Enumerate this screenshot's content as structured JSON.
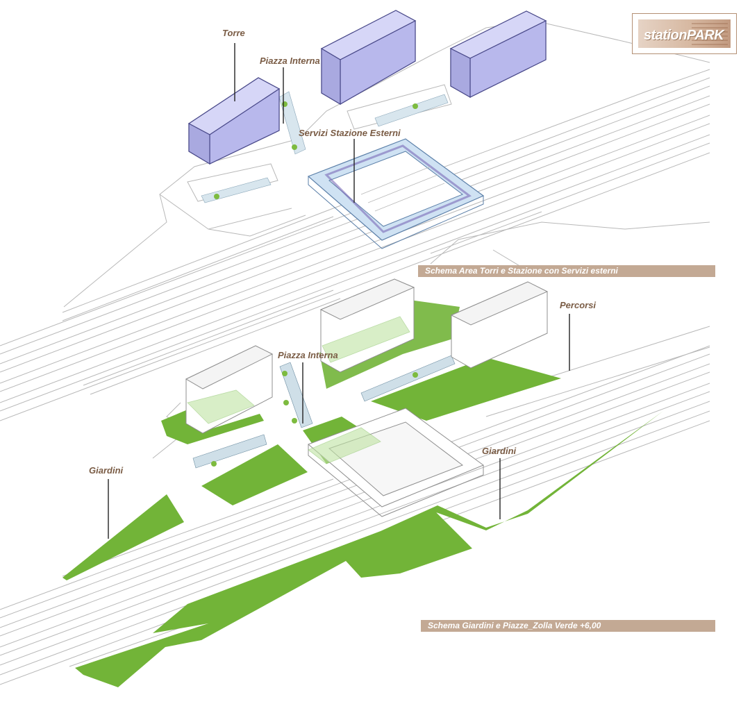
{
  "logo": {
    "text": "stationPARK"
  },
  "top_schema": {
    "labels": {
      "torre": "Torre",
      "piazza_interna": "Piazza Interna",
      "servizi": "Servizi Stazione Esterni"
    },
    "caption": "Schema Area Torri e Stazione con Servizi esterni"
  },
  "bottom_schema": {
    "labels": {
      "percorsi": "Percorsi",
      "piazza_interna": "Piazza Interna",
      "giardini_left": "Giardini",
      "giardini_right": "Giardini"
    },
    "caption": "Schema Giardini e Piazze_Zolla Verde +6,00"
  },
  "colors": {
    "green": "#72b438",
    "tower_fill": "#bcbcf0",
    "tower_stroke": "#4a4a8a",
    "services_fill": "#c4daf0",
    "services_stroke": "#5b7fa8",
    "caption_bg": "#c3a994",
    "label_text": "#7a5c45",
    "line": "#b4b4b4"
  }
}
